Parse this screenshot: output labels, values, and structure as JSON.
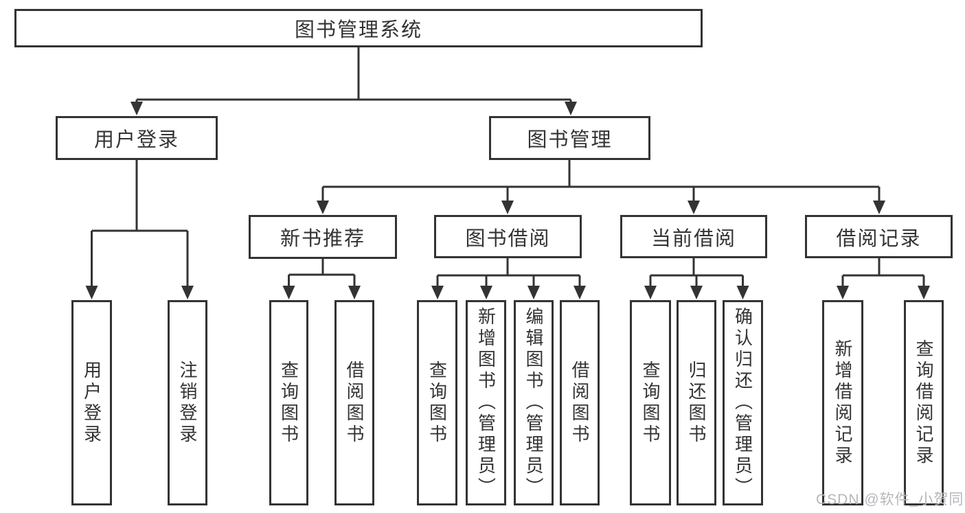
{
  "title": "图书管理系统",
  "watermark": "CSDN @软件_小贺同学",
  "colors": {
    "line": "#333333",
    "box_border": "#333333",
    "text": "#333333",
    "watermark": "#b4b7bb",
    "background": "#ffffff"
  },
  "tree": {
    "root": "图书管理系统",
    "branches": [
      {
        "label": "用户登录",
        "children": [
          "用户登录",
          "注销登录"
        ]
      },
      {
        "label": "图书管理",
        "groups": [
          {
            "label": "新书推荐",
            "children": [
              "查询图书",
              "借阅图书"
            ]
          },
          {
            "label": "图书借阅",
            "children": [
              "查询图书",
              "新增图书（管理员）",
              "编辑图书（管理员）",
              "借阅图书"
            ]
          },
          {
            "label": "当前借阅",
            "children": [
              "查询图书",
              "归还图书",
              "确认归还（管理员）"
            ]
          },
          {
            "label": "借阅记录",
            "children": [
              "新增借阅记录",
              "查询借阅记录"
            ]
          }
        ]
      }
    ]
  }
}
